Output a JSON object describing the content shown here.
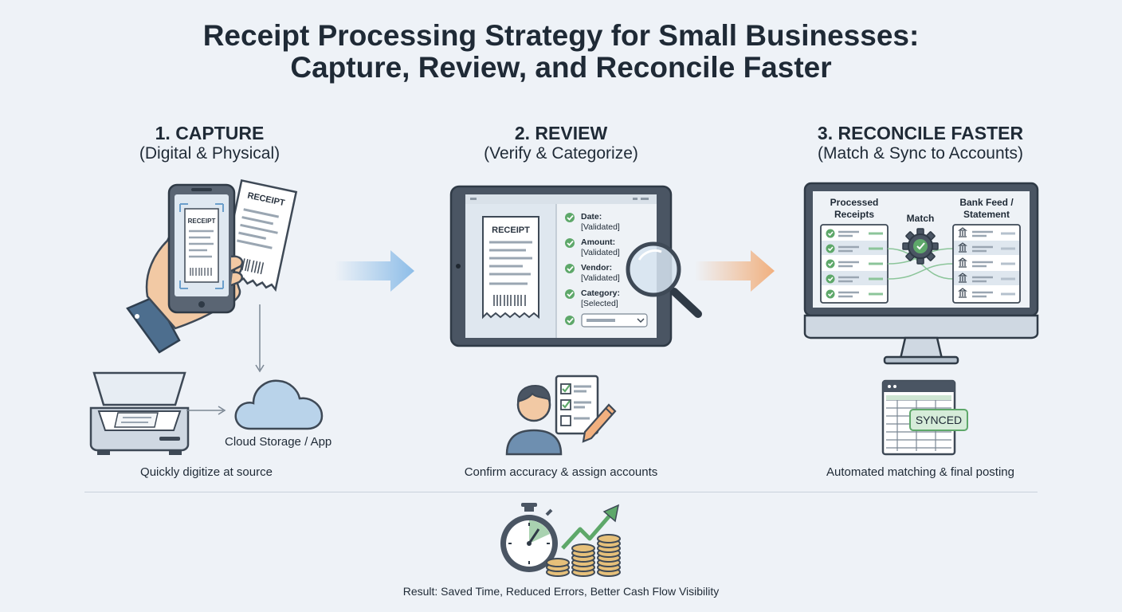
{
  "title_line1": "Receipt Processing Strategy for Small Businesses:",
  "title_line2": "Capture, Review, and Reconcile Faster",
  "steps": [
    {
      "title": "1. CAPTURE",
      "subtitle": "(Digital & Physical)",
      "caption": "Quickly digitize at source"
    },
    {
      "title": "2. REVIEW",
      "subtitle": "(Verify & Categorize)",
      "caption": "Confirm accuracy & assign accounts"
    },
    {
      "title": "3. RECONCILE FASTER",
      "subtitle": "(Match & Sync to Accounts)",
      "caption": "Automated matching & final posting"
    }
  ],
  "capture": {
    "receipt_label": "RECEIPT",
    "paper_receipt_label": "RECEIPT",
    "cloud_label": "Cloud Storage / App"
  },
  "review": {
    "receipt_label": "RECEIPT",
    "fields": [
      {
        "label": "Date:",
        "value": "[Validated]"
      },
      {
        "label": "Amount:",
        "value": "[Validated]"
      },
      {
        "label": "Vendor:",
        "value": "[Validated]"
      },
      {
        "label": "Category:",
        "value": "[Selected]"
      }
    ]
  },
  "reconcile": {
    "processed_label_1": "Processed",
    "processed_label_2": "Receipts",
    "match_label": "Match",
    "bank_label_1": "Bank Feed /",
    "bank_label_2": "Statement",
    "synced_label": "SYNCED"
  },
  "result": "Result: Saved Time, Reduced Errors, Better Cash Flow Visibility",
  "colors": {
    "accent_green": "#5ea86a",
    "arrow_blue": "#8dbde8",
    "arrow_orange": "#f1b07f",
    "device_dark": "#4a5563",
    "panel_light": "#e7edf3"
  }
}
